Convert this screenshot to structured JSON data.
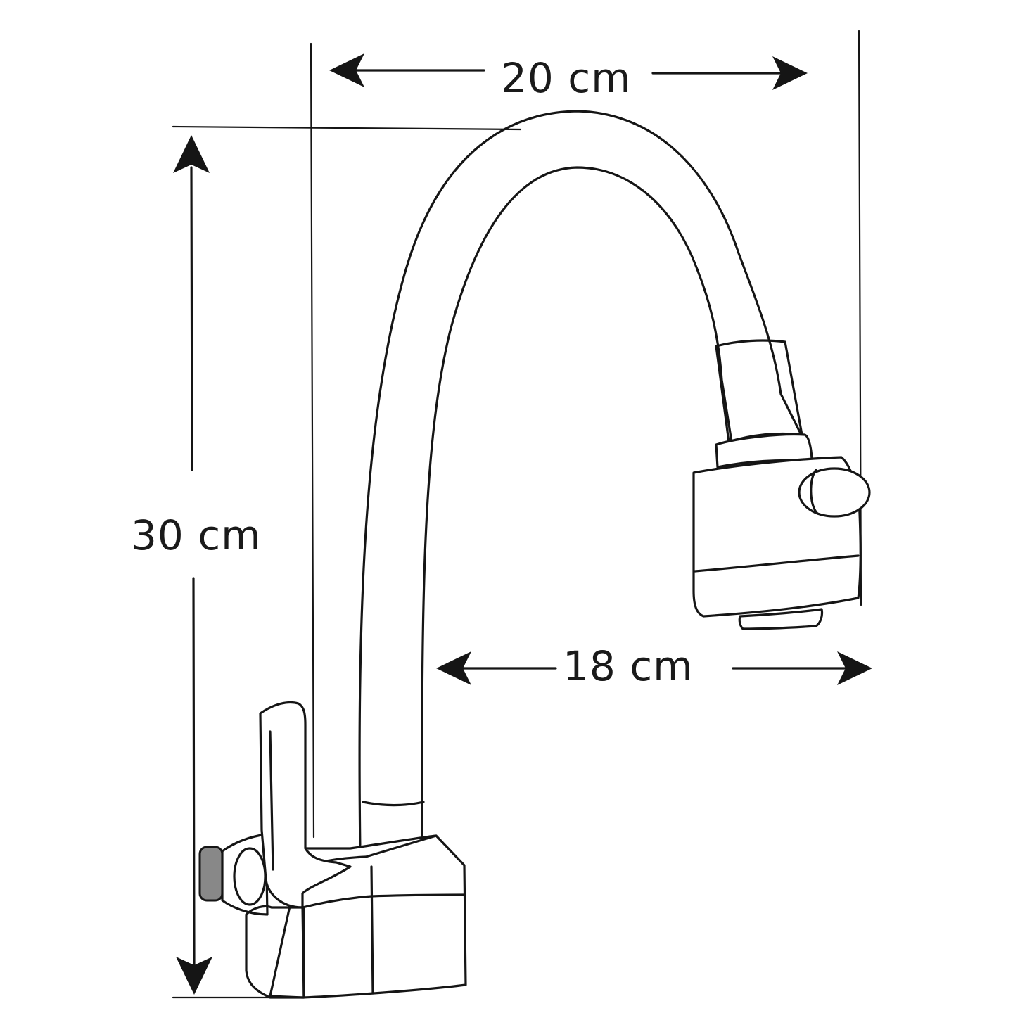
{
  "dimensions": {
    "overall_width": "20 cm",
    "overall_height": "30 cm",
    "spout_reach": "18 cm"
  },
  "colors": {
    "line": "#151515",
    "background": "#ffffff",
    "valve_accent": "#888888"
  }
}
